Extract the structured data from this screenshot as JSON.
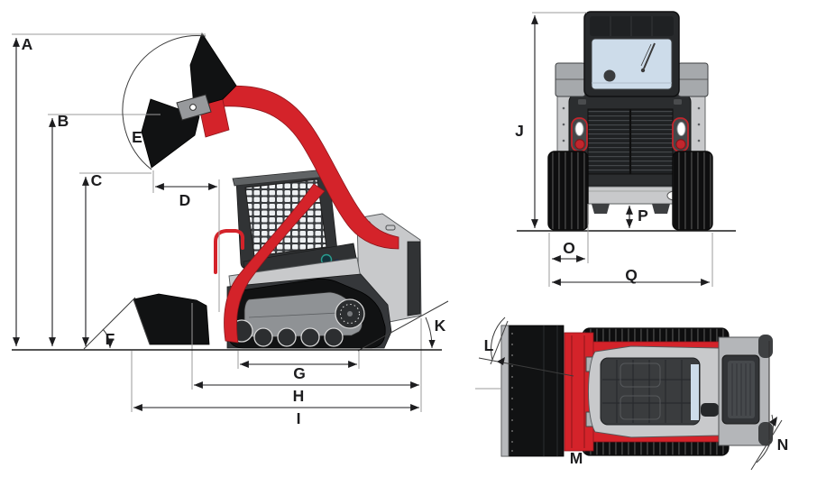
{
  "figure": {
    "kind": "equipment-dimension-diagram",
    "subject": "compact track loader line drawing with dimension callouts",
    "views": {
      "side": {
        "name": "side view",
        "labels": {
          "A": "A",
          "B": "B",
          "C": "C",
          "D": "D",
          "E": "E",
          "F": "F",
          "G": "G",
          "H": "H",
          "I": "I",
          "K": "K"
        }
      },
      "rear": {
        "name": "rear view",
        "labels": {
          "J": "J",
          "O": "O",
          "P": "P",
          "Q": "Q"
        }
      },
      "top": {
        "name": "top view",
        "labels": {
          "L": "L",
          "M": "M",
          "N": "N"
        }
      }
    }
  },
  "colors": {
    "machine_red": "#d4232a",
    "body_gray": "#c8c9cb",
    "dark_gray": "#313335",
    "track_black": "#111213",
    "window_blue": "#cddcea",
    "tail_light_red": "#c2262d",
    "line": "#1d1d1f",
    "ext_line": "#9b9b9b",
    "background": "#ffffff"
  }
}
